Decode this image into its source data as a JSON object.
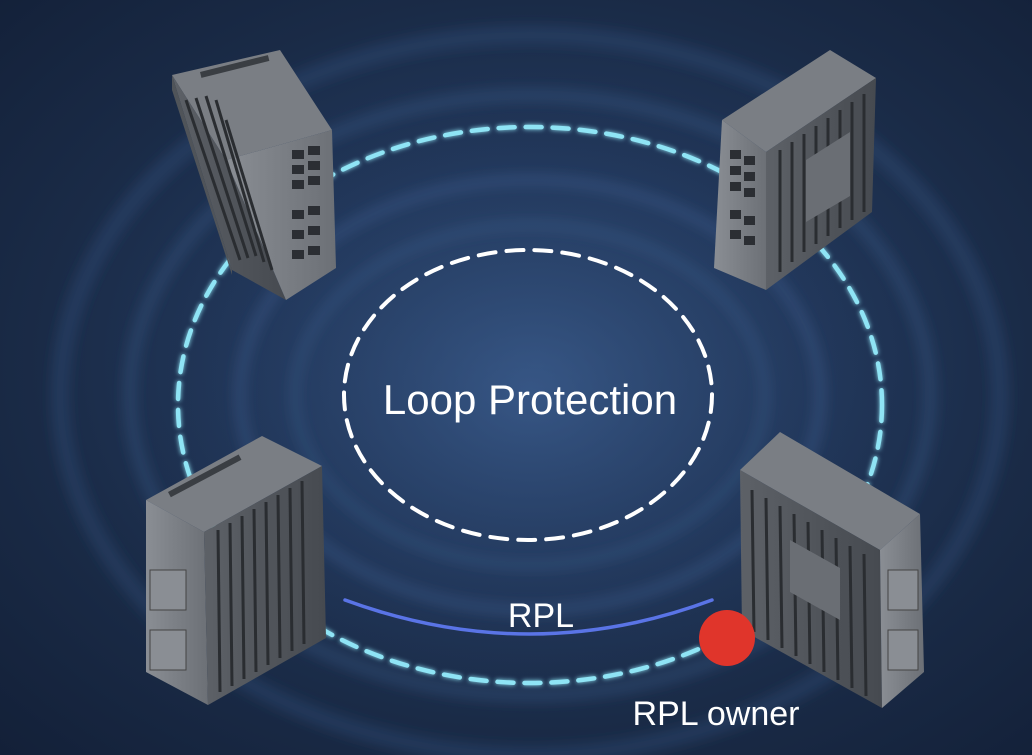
{
  "diagram": {
    "center_label": "Loop Protection",
    "rpl_label": "RPL",
    "rpl_owner_label": "RPL owner"
  },
  "colors": {
    "ring_outer": "#8fe4f5",
    "ring_inner": "#ffffff",
    "rpl_arc": "#5a74e6",
    "rpl_owner_dot": "#e0352b",
    "switch_body": "#55595e"
  },
  "nodes": [
    {
      "name": "switch-top-left"
    },
    {
      "name": "switch-top-right"
    },
    {
      "name": "switch-bottom-left"
    },
    {
      "name": "switch-bottom-right"
    }
  ]
}
